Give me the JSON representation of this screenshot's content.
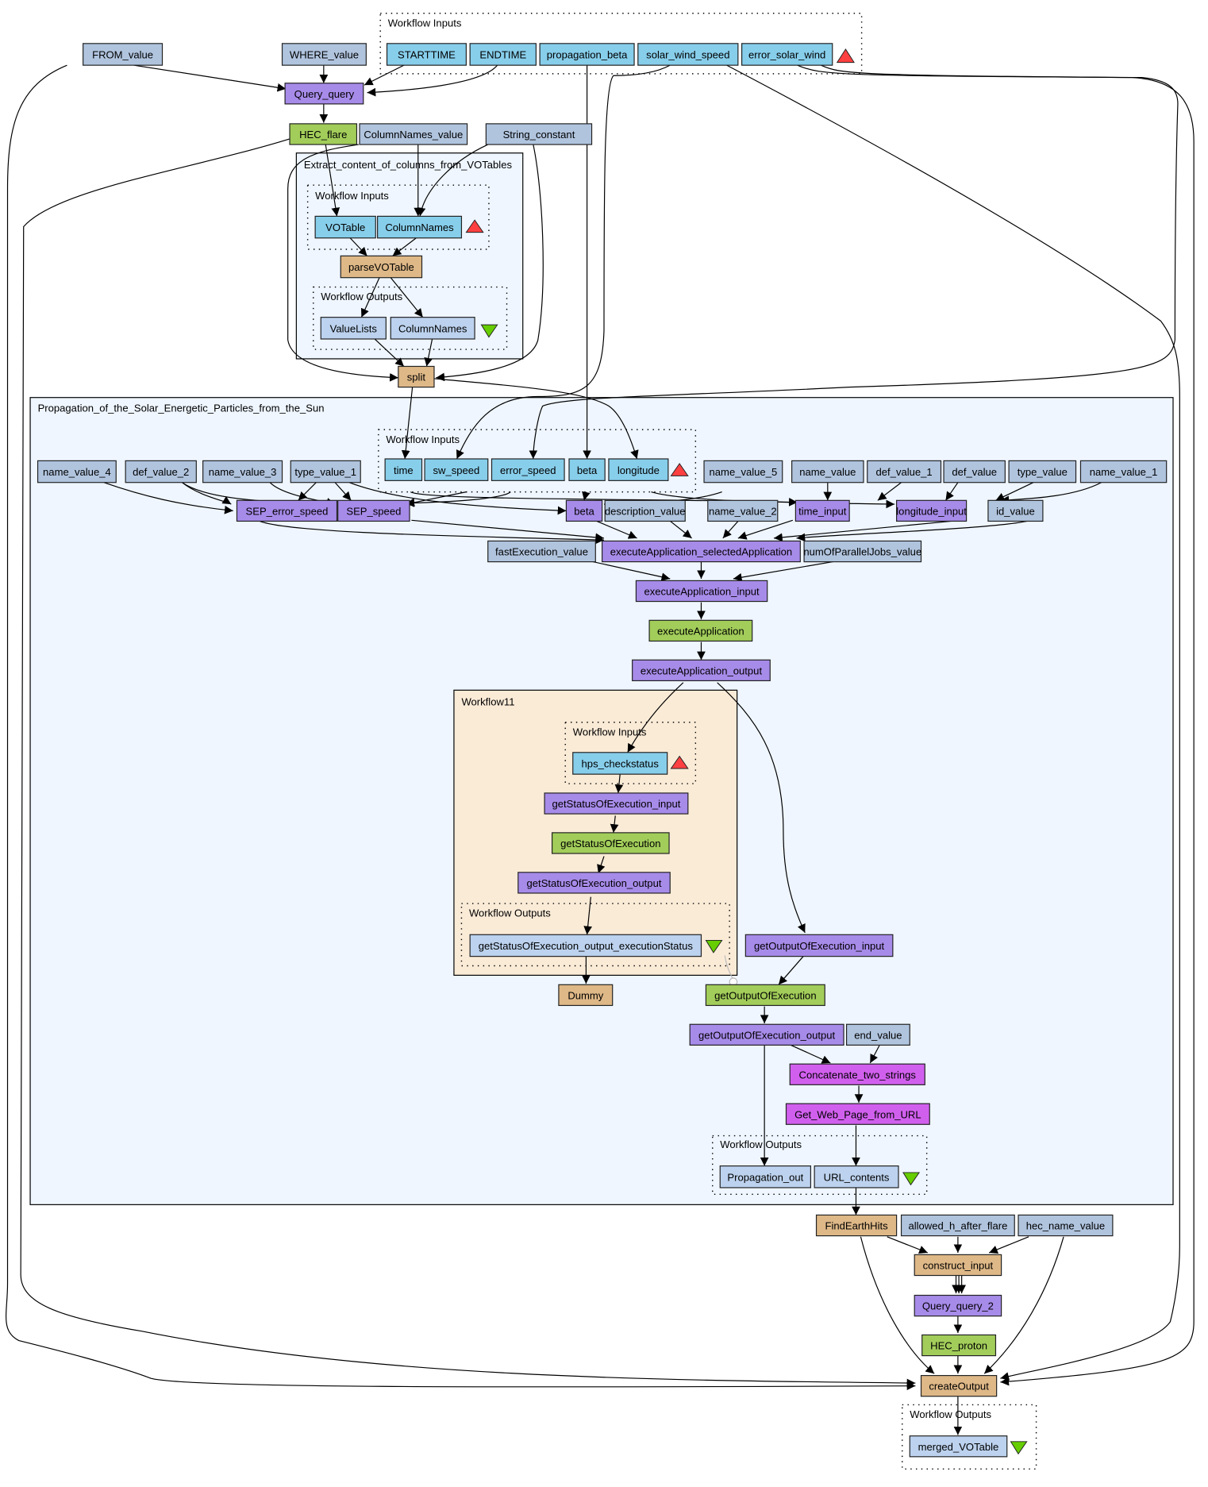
{
  "title": "Workflow graph: HEC flare to proton event propagation",
  "colors": {
    "constant": "#b0c4de",
    "input_port": "#87ceeb",
    "output_port": "#bcd2ee",
    "xml_splitter": "#a78be9",
    "wsdl_service": "#a2cd5a",
    "beanshell": "#deb887",
    "local_worker": "#d15fee",
    "cluster_blue": "#eff6ff",
    "cluster_peach": "#faebd7",
    "input_marker": "#ff4040",
    "output_marker": "#66cd00"
  },
  "clusters": {
    "top_inputs": "Workflow Inputs",
    "extract": "Extract_content_of_columns_from_VOTables",
    "extract_inputs": "Workflow Inputs",
    "extract_outputs": "Workflow Outputs",
    "propagation": "Propagation_of_the_Solar_Energetic_Particles_from_the_Sun",
    "prop_inputs": "Workflow Inputs",
    "workflow11": "Workflow11",
    "wf11_inputs": "Workflow Inputs",
    "wf11_outputs": "Workflow Outputs",
    "prop_outputs": "Workflow Outputs",
    "final_outputs": "Workflow Outputs"
  },
  "nodes": {
    "FROM_value": "FROM_value",
    "WHERE_value": "WHERE_value",
    "STARTTIME": "STARTTIME",
    "ENDTIME": "ENDTIME",
    "propagation_beta": "propagation_beta",
    "solar_wind_speed": "solar_wind_speed",
    "error_solar_wind": "error_solar_wind",
    "Query_query": "Query_query",
    "HEC_flare": "HEC_flare",
    "ColumnNames_value": "ColumnNames_value",
    "String_constant": "String_constant",
    "VOTable": "VOTable",
    "ColumnNames_in": "ColumnNames",
    "parseVOTable": "parseVOTable",
    "ValueLists": "ValueLists",
    "ColumnNames_out": "ColumnNames",
    "split": "split",
    "name_value_4": "name_value_4",
    "def_value_2": "def_value_2",
    "name_value_3": "name_value_3",
    "type_value_1": "type_value_1",
    "time": "time",
    "sw_speed": "sw_speed",
    "error_speed": "error_speed",
    "beta_in": "beta",
    "longitude": "longitude",
    "name_value_5": "name_value_5",
    "name_value": "name_value",
    "def_value_1": "def_value_1",
    "def_value": "def_value",
    "type_value": "type_value",
    "name_value_1": "name_value_1",
    "SEP_error_speed": "SEP_error_speed",
    "SEP_speed": "SEP_speed",
    "beta": "beta",
    "description_value": "description_value",
    "name_value_2": "name_value_2",
    "time_input": "time_input",
    "longitude_input": "longitude_input",
    "id_value": "id_value",
    "fastExecution_value": "fastExecution_value",
    "executeApplication_selectedApplication": "executeApplication_selectedApplication",
    "numOfParallelJobs_value": "numOfParallelJobs_value",
    "executeApplication_input": "executeApplication_input",
    "executeApplication": "executeApplication",
    "executeApplication_output": "executeApplication_output",
    "hps_checkstatus": "hps_checkstatus",
    "getStatusOfExecution_input": "getStatusOfExecution_input",
    "getStatusOfExecution": "getStatusOfExecution",
    "getStatusOfExecution_output": "getStatusOfExecution_output",
    "getStatusOfExecution_output_executionStatus": "getStatusOfExecution_output_executionStatus",
    "Dummy": "Dummy",
    "getOutputOfExecution_input": "getOutputOfExecution_input",
    "getOutputOfExecution": "getOutputOfExecution",
    "getOutputOfExecution_output": "getOutputOfExecution_output",
    "end_value": "end_value",
    "Concatenate_two_strings": "Concatenate_two_strings",
    "Get_Web_Page_from_URL": "Get_Web_Page_from_URL",
    "Propagation_out": "Propagation_out",
    "URL_contents": "URL_contents",
    "FindEarthHits": "FindEarthHits",
    "allowed_h_after_flare": "allowed_h_after_flare",
    "hec_name_value": "hec_name_value",
    "construct_input": "construct_input",
    "Query_query_2": "Query_query_2",
    "HEC_proton": "HEC_proton",
    "createOutput": "createOutput",
    "merged_VOTable": "merged_VOTable"
  }
}
